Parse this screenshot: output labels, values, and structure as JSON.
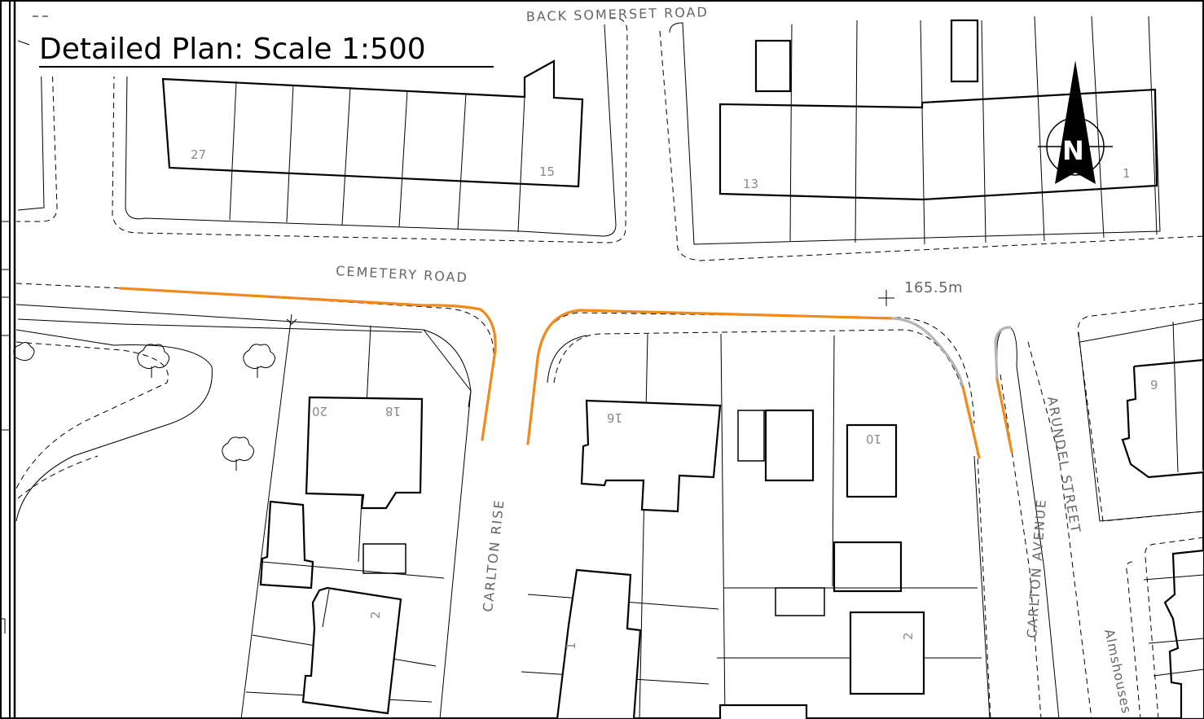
{
  "title": "Detailed Plan: Scale 1:500",
  "streets": {
    "back_somerset_road": "BACK SOMERSET ROAD",
    "cemetery_road": "CEMETERY ROAD",
    "carlton_rise": "CARLTON RISE",
    "carlton_avenue": "CARLTON AVENUE",
    "arundel_street": "ARUNDEL STREET",
    "almshouses": "Almshouses"
  },
  "spot_height": "165.5m",
  "north_arrow": {
    "letter": "N",
    "icon": "north-arrow-icon"
  },
  "house_numbers": {
    "n27": "27",
    "n15": "15",
    "n13": "13",
    "n1a": "1",
    "n20": "20",
    "n18": "18",
    "n16": "16",
    "n10": "10",
    "n9": "9",
    "n2a": "2",
    "n1b": "1",
    "n2b": "2"
  },
  "colors": {
    "highlight": "#f08a1c",
    "highlight_grey": "#b4b4b4",
    "linework": "#000000",
    "label_text": "#666666"
  }
}
